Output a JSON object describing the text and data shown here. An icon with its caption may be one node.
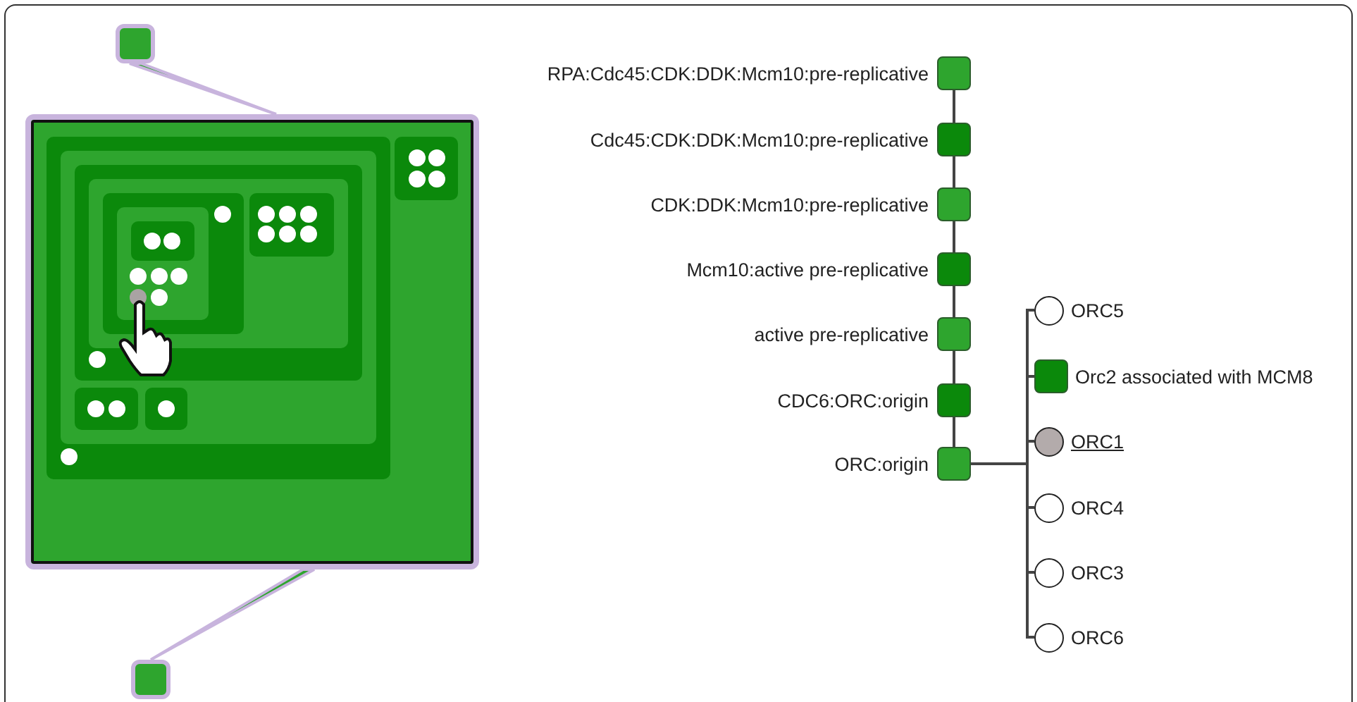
{
  "diagram": {
    "nodes": [
      {
        "text": [],
        "shape": "box"
      },
      {
        "text": [],
        "shape": "box"
      },
      {
        "text": [],
        "shape": "box"
      },
      {
        "text": [
          "RPA:Cdc45:CDK:DDK:Mcm10:pre-replicative"
        ]
      },
      {
        "text": [
          "Cdc45:CDK:DDK:Mcm10:pre-replicative"
        ]
      },
      {
        "text": [
          "CDK:DDK:Mcm10:pre-replicative"
        ]
      },
      {
        "text": [
          "Mcm10:active pre-replicative"
        ]
      },
      {
        "text": [
          "active pre-replicative"
        ]
      },
      {
        "text": [
          "CDC6:ORC:origin"
        ]
      },
      {
        "text": [
          "ORC:origin"
        ]
      },
      {
        "text": [
          "ORC5"
        ]
      },
      {
        "text": [
          "Orc2 associated with MCM8"
        ]
      },
      {
        "text": [
          "ORC1"
        ]
      },
      {
        "text": [
          "ORC4"
        ]
      },
      {
        "text": [
          "ORC3"
        ]
      },
      {
        "text": [
          "ORC6"
        ]
      }
    ],
    "edges": [
      {
        "from": 0,
        "to": 1,
        "arrow": "none"
      },
      {
        "from": 1,
        "to": 2,
        "arrow": "none"
      },
      {
        "from": 3,
        "to": 4,
        "arrow": "none"
      },
      {
        "from": 4,
        "to": 5,
        "arrow": "none"
      },
      {
        "from": 5,
        "to": 6,
        "arrow": "none"
      },
      {
        "from": 6,
        "to": 7,
        "arrow": "none"
      },
      {
        "from": 7,
        "to": 8,
        "arrow": "none"
      },
      {
        "from": 8,
        "to": 9,
        "arrow": "none"
      },
      {
        "from": 9,
        "to": 10,
        "arrow": "none"
      },
      {
        "from": 9,
        "to": 11,
        "arrow": "none"
      },
      {
        "from": 9,
        "to": 12,
        "arrow": "none"
      },
      {
        "from": 9,
        "to": 13,
        "arrow": "none"
      },
      {
        "from": 9,
        "to": 14,
        "arrow": "none"
      },
      {
        "from": 9,
        "to": 15,
        "arrow": "none"
      }
    ]
  }
}
